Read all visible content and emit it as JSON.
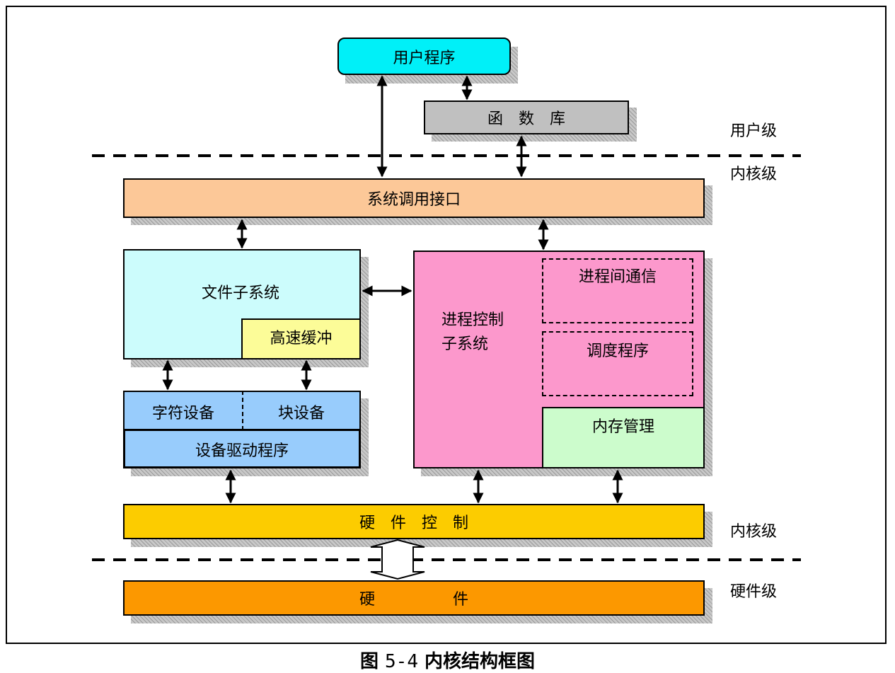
{
  "nodes": {
    "user_program": "用户程序",
    "library": "函　数　库",
    "syscall_interface": "系统调用接口",
    "file_subsystem": "文件子系统",
    "buffer_cache": "高速缓冲",
    "char_device": "字符设备",
    "block_device": "块设备",
    "device_driver": "设备驱动程序",
    "process_control": "进程控制\n子系统",
    "ipc": "进程间通信",
    "scheduler": "调度程序",
    "memory_management": "内存管理",
    "hardware_control": "硬　件　控　制",
    "hardware": "硬　　　　　件"
  },
  "levels": {
    "user": "用户级",
    "kernel_top": "内核级",
    "kernel_bottom": "内核级",
    "hardware": "硬件级"
  },
  "caption": {
    "prefix": "图",
    "number": "5-4",
    "title": "内核结构框图"
  },
  "colors": {
    "user_program": "#00f0f8",
    "library": "#c0c0c0",
    "syscall_interface": "#fcc898",
    "file_subsystem": "#ccfcfc",
    "buffer_cache": "#fcfc98",
    "devices": "#98ccfc",
    "process_control": "#fc98cc",
    "memory_management": "#ccfccc",
    "hardware_control": "#fccc00",
    "hardware": "#fc9800"
  }
}
